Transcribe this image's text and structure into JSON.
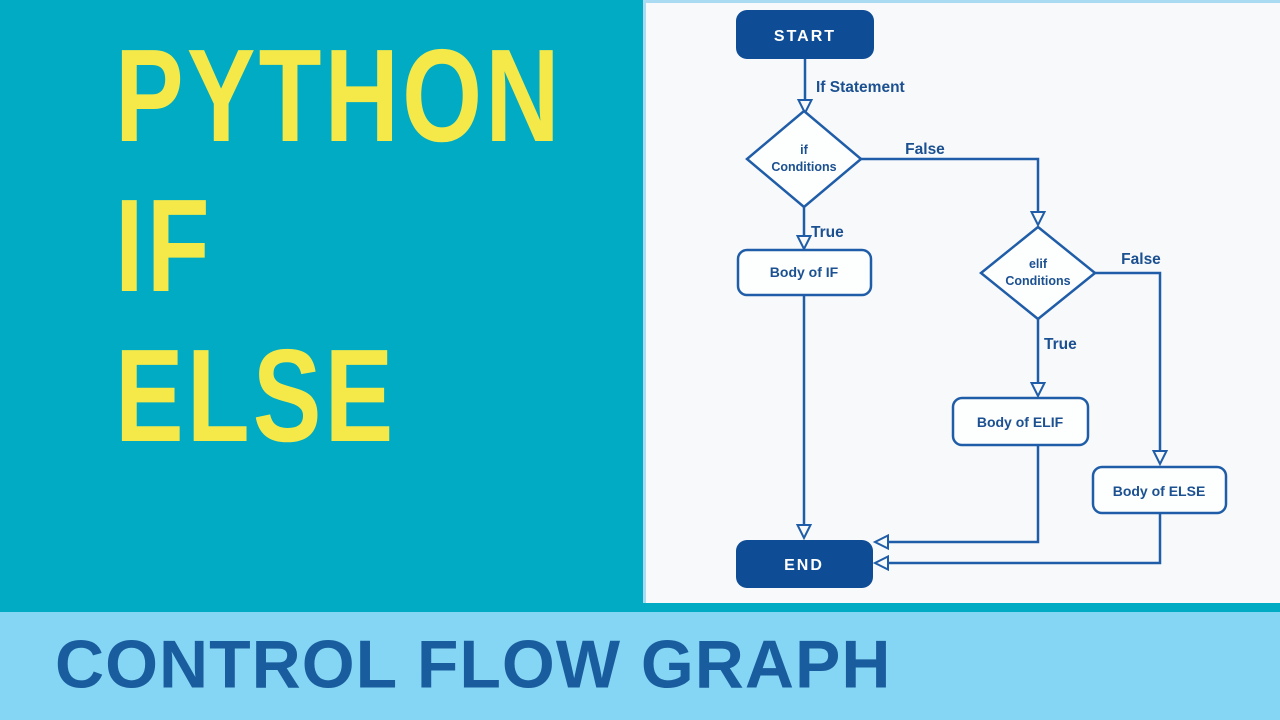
{
  "title_panel": {
    "lines": [
      "PYTHON",
      "IF",
      "ELSE"
    ],
    "text_color": "#F5E94A",
    "background_color": "#00ABC3"
  },
  "footer": {
    "label": "CONTROL FLOW GRAPH",
    "text_color": "#1A5D9E",
    "background_color": "#85D6F5"
  },
  "flowchart": {
    "background_color": "#F8F9FA",
    "border_color": "#A9DCF3",
    "line_color": "#1F5DA8",
    "terminal_fill": "#0E4D96",
    "terminal_text_color": "#FFFFFF",
    "label_color": "#1B5091",
    "nodes": {
      "start": {
        "label": "START",
        "type": "terminal"
      },
      "if_decision": {
        "line1": "if",
        "line2": "Conditions",
        "type": "decision"
      },
      "body_if": {
        "label": "Body of IF",
        "type": "process"
      },
      "elif_decision": {
        "line1": "elif",
        "line2": "Conditions",
        "type": "decision"
      },
      "body_elif": {
        "label": "Body of ELIF",
        "type": "process"
      },
      "body_else": {
        "label": "Body of ELSE",
        "type": "process"
      },
      "end": {
        "label": "END",
        "type": "terminal"
      }
    },
    "edge_labels": {
      "start_to_if": "If Statement",
      "if_true": "True",
      "if_false": "False",
      "elif_true": "True",
      "elif_false": "False"
    }
  }
}
